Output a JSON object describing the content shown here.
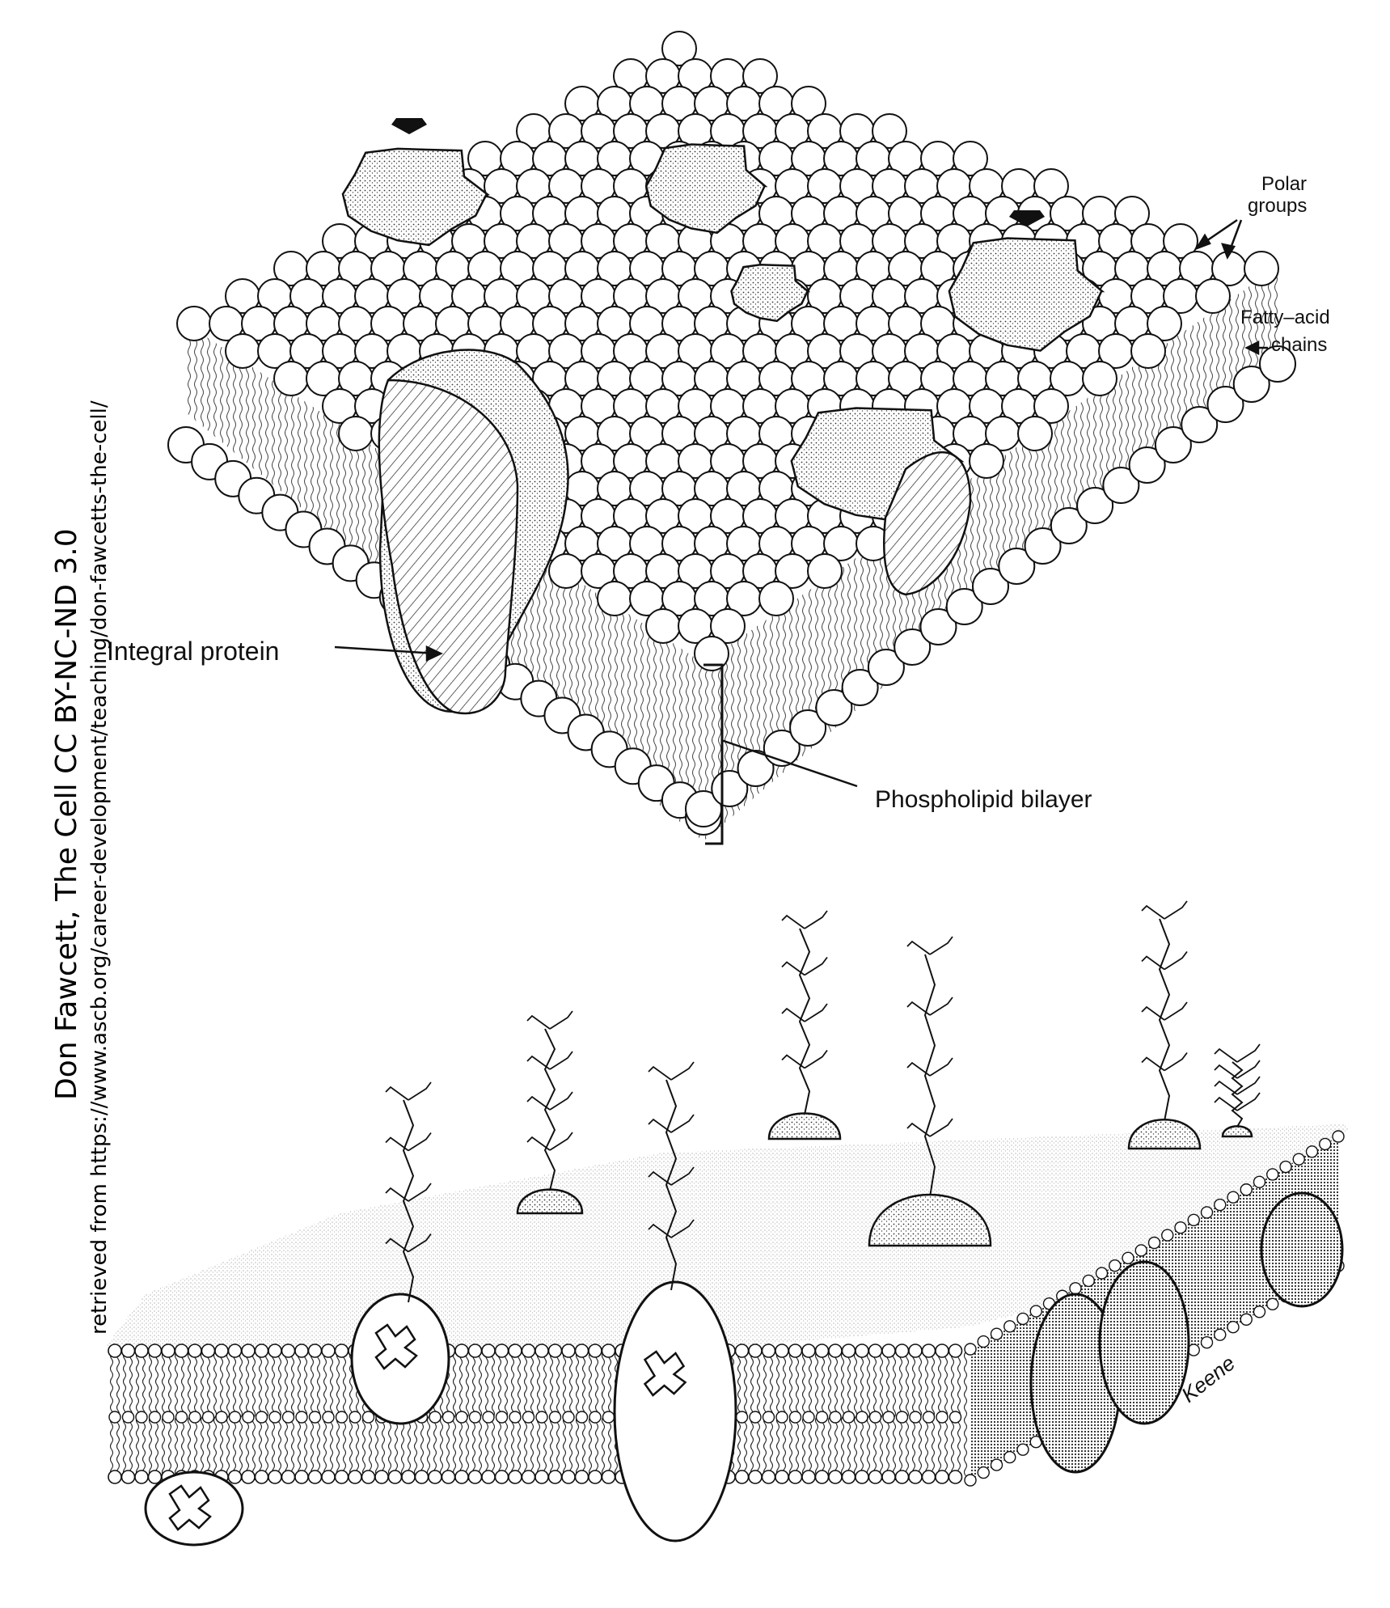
{
  "credit": {
    "line1": "Don Fawcett, The Cell CC BY-NC-ND 3.0",
    "line2": "retrieved from https://www.ascb.org/career-development/teaching/don-fawcetts-the-cell/"
  },
  "top_figure": {
    "labels": {
      "polar_groups_1": "Polar",
      "polar_groups_2": "groups",
      "fatty_acid_1": "Fatty–acid",
      "fatty_acid_2": "chains",
      "integral_protein": "Integral protein",
      "phospholipid_bilayer": "Phospholipid  bilayer"
    }
  },
  "bottom_figure": {
    "signature": "Keene"
  },
  "colors": {
    "ink": "#111111",
    "paper": "#ffffff",
    "stipple": "#555555"
  },
  "icons": [
    "arrow-marker-icon"
  ]
}
